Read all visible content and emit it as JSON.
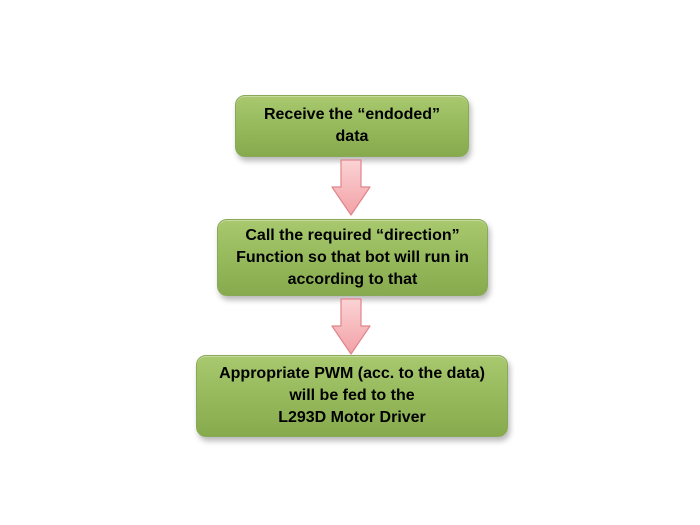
{
  "flowchart": {
    "steps": [
      {
        "lines": [
          "Receive the “endoded”",
          "data"
        ]
      },
      {
        "lines": [
          "Call the required “direction”",
          "Function so that bot will run in",
          "according to that"
        ]
      },
      {
        "lines": [
          "Appropriate PWM (acc. to the data)",
          "will be fed to the",
          "L293D Motor Driver"
        ]
      }
    ],
    "colors": {
      "box_fill": "#9bbb59",
      "arrow_fill": "#f4aeb2",
      "arrow_stroke": "#e88a8f"
    }
  }
}
